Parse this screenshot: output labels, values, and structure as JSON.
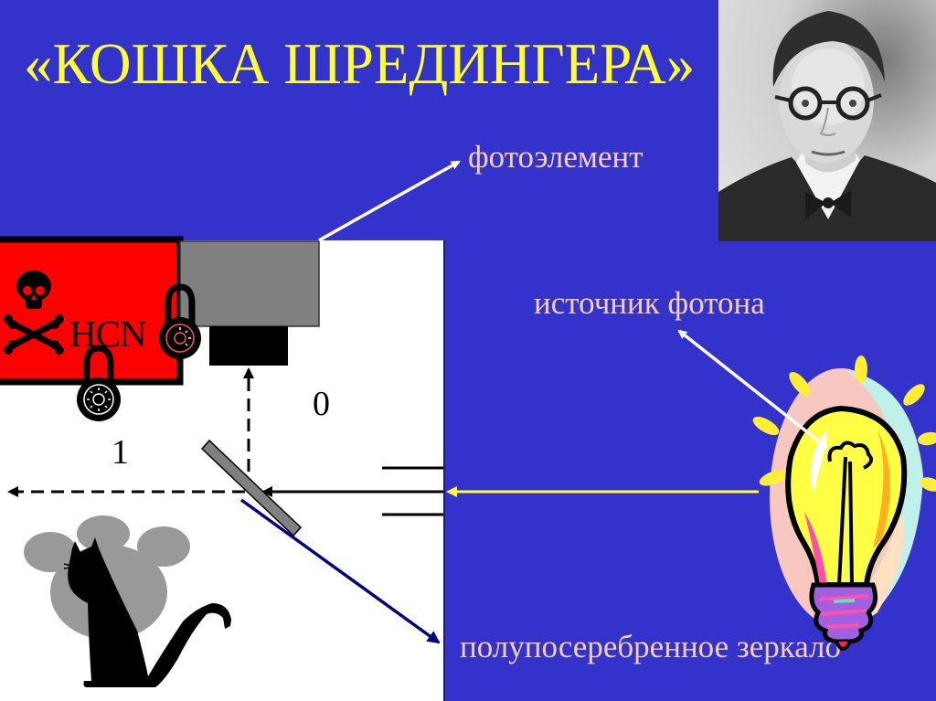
{
  "slide": {
    "title": "«КОШКА ШРЕДИНГЕРА»",
    "background_color": "#3333cc",
    "title_color": "#ffff33",
    "label_color": "#f7cfae"
  },
  "labels": {
    "photoelement": "фотоэлемент",
    "photon_source": "источник фотона",
    "half_silvered_mirror": "полупосеребренное зеркало"
  },
  "diagram": {
    "poison_label": "HCN",
    "path_0_label": "0",
    "path_1_label": "1",
    "poison_box_color": "#ff0000",
    "detector_color": "#808080",
    "mirror_color": "#808080",
    "photon_beam_color": "#ffff33",
    "reflected_beam_color": "#000080"
  },
  "icons": {
    "portrait": "portrait-photo",
    "skull": "skull-crossbones-icon",
    "padlock": "padlock-icon",
    "cat": "cat-silhouette",
    "lightbulb": "lightbulb-icon"
  }
}
